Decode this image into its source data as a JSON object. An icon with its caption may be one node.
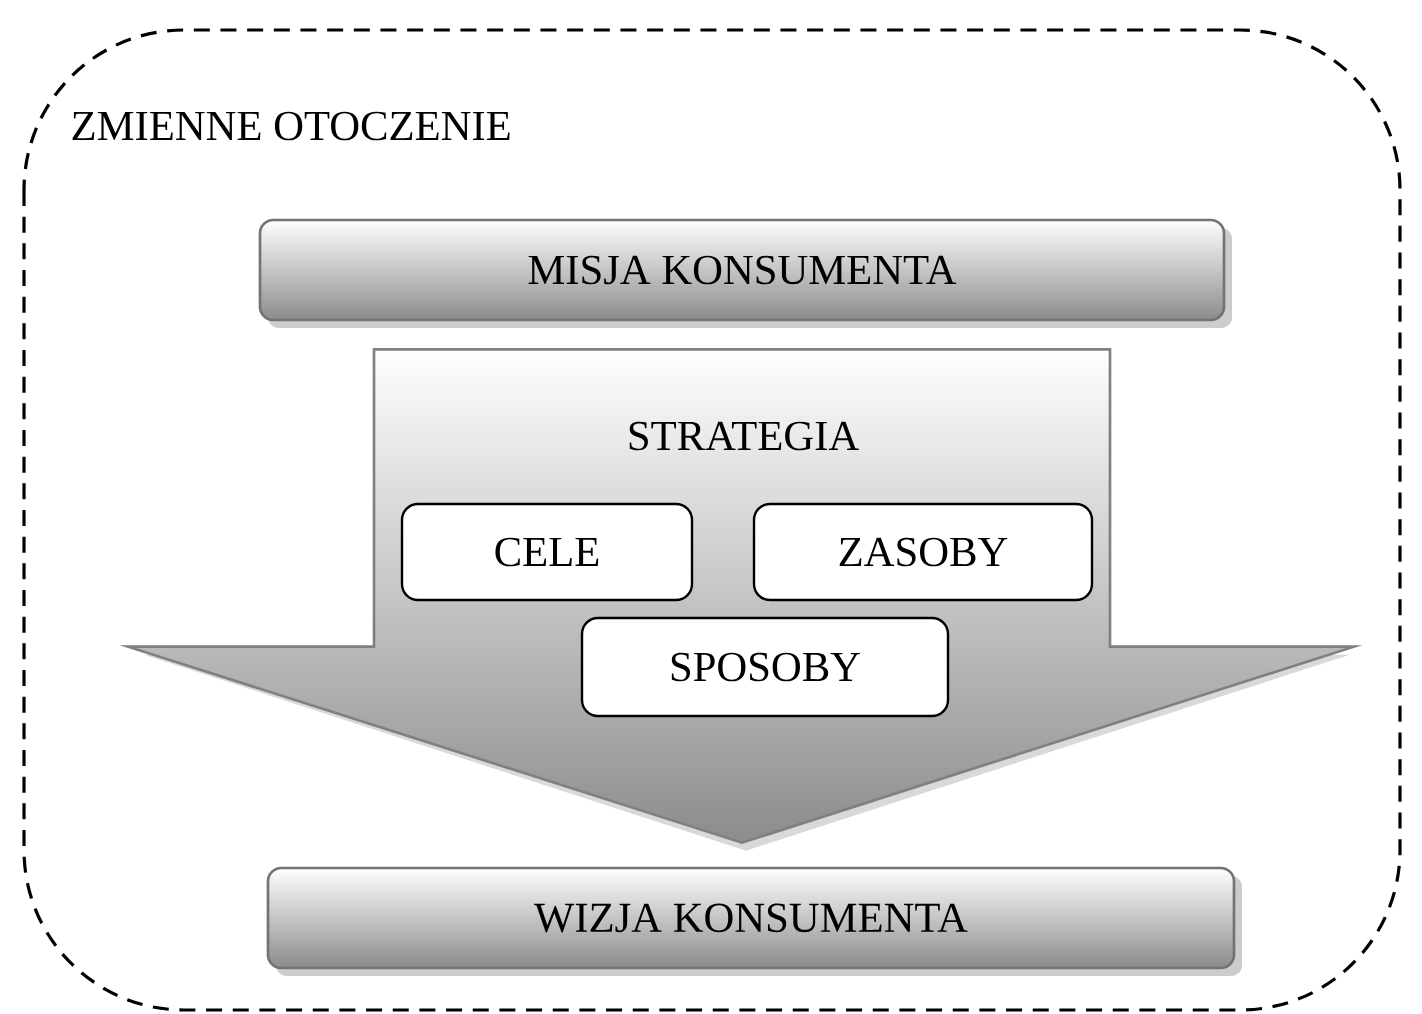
{
  "diagram": {
    "nodes": [
      {
        "text": [
          "ZMIENNE OTOCZENIE"
        ]
      },
      {
        "text": [
          "MISJA KONSUMENTA"
        ],
        "in": 0
      },
      {
        "text": [
          "STRATEGIA"
        ],
        "in": 0
      },
      {
        "text": [
          "CELE"
        ],
        "in": 0
      },
      {
        "text": [
          "ZASOBY"
        ],
        "in": 0
      },
      {
        "text": [
          "SPOSOBY"
        ],
        "in": 0
      },
      {
        "text": [
          "WIZJA KONSUMENTA"
        ],
        "in": 0
      }
    ],
    "edges": [
      {
        "from": 1,
        "to": 6,
        "arrow": "to"
      }
    ]
  }
}
